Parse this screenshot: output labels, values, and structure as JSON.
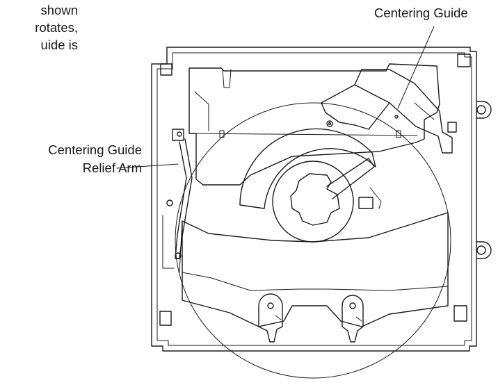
{
  "caption_fragment": {
    "lines": [
      "shown",
      "rotates,",
      "uide is"
    ]
  },
  "labels": {
    "centering_guide": "Centering Guide",
    "relief_arm_line1": "Centering Guide",
    "relief_arm_line2": "Relief Arm"
  }
}
